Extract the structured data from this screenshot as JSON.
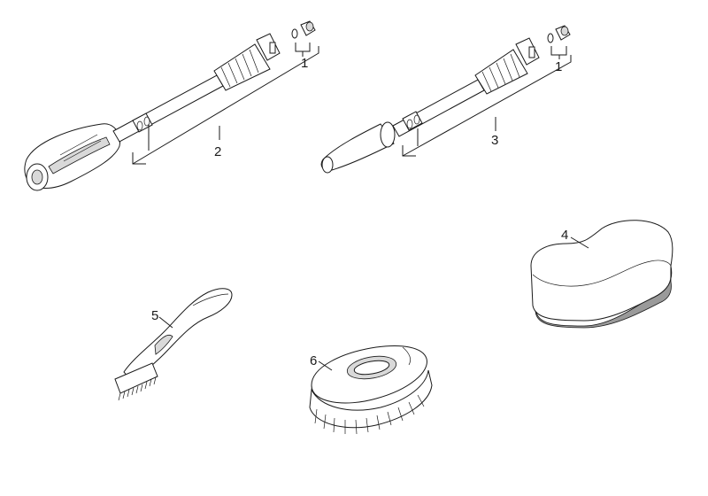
{
  "callouts": {
    "c1a": "1",
    "c1b": "1",
    "c2": "2",
    "c3": "3",
    "c4": "4",
    "c5": "5",
    "c6": "6"
  }
}
